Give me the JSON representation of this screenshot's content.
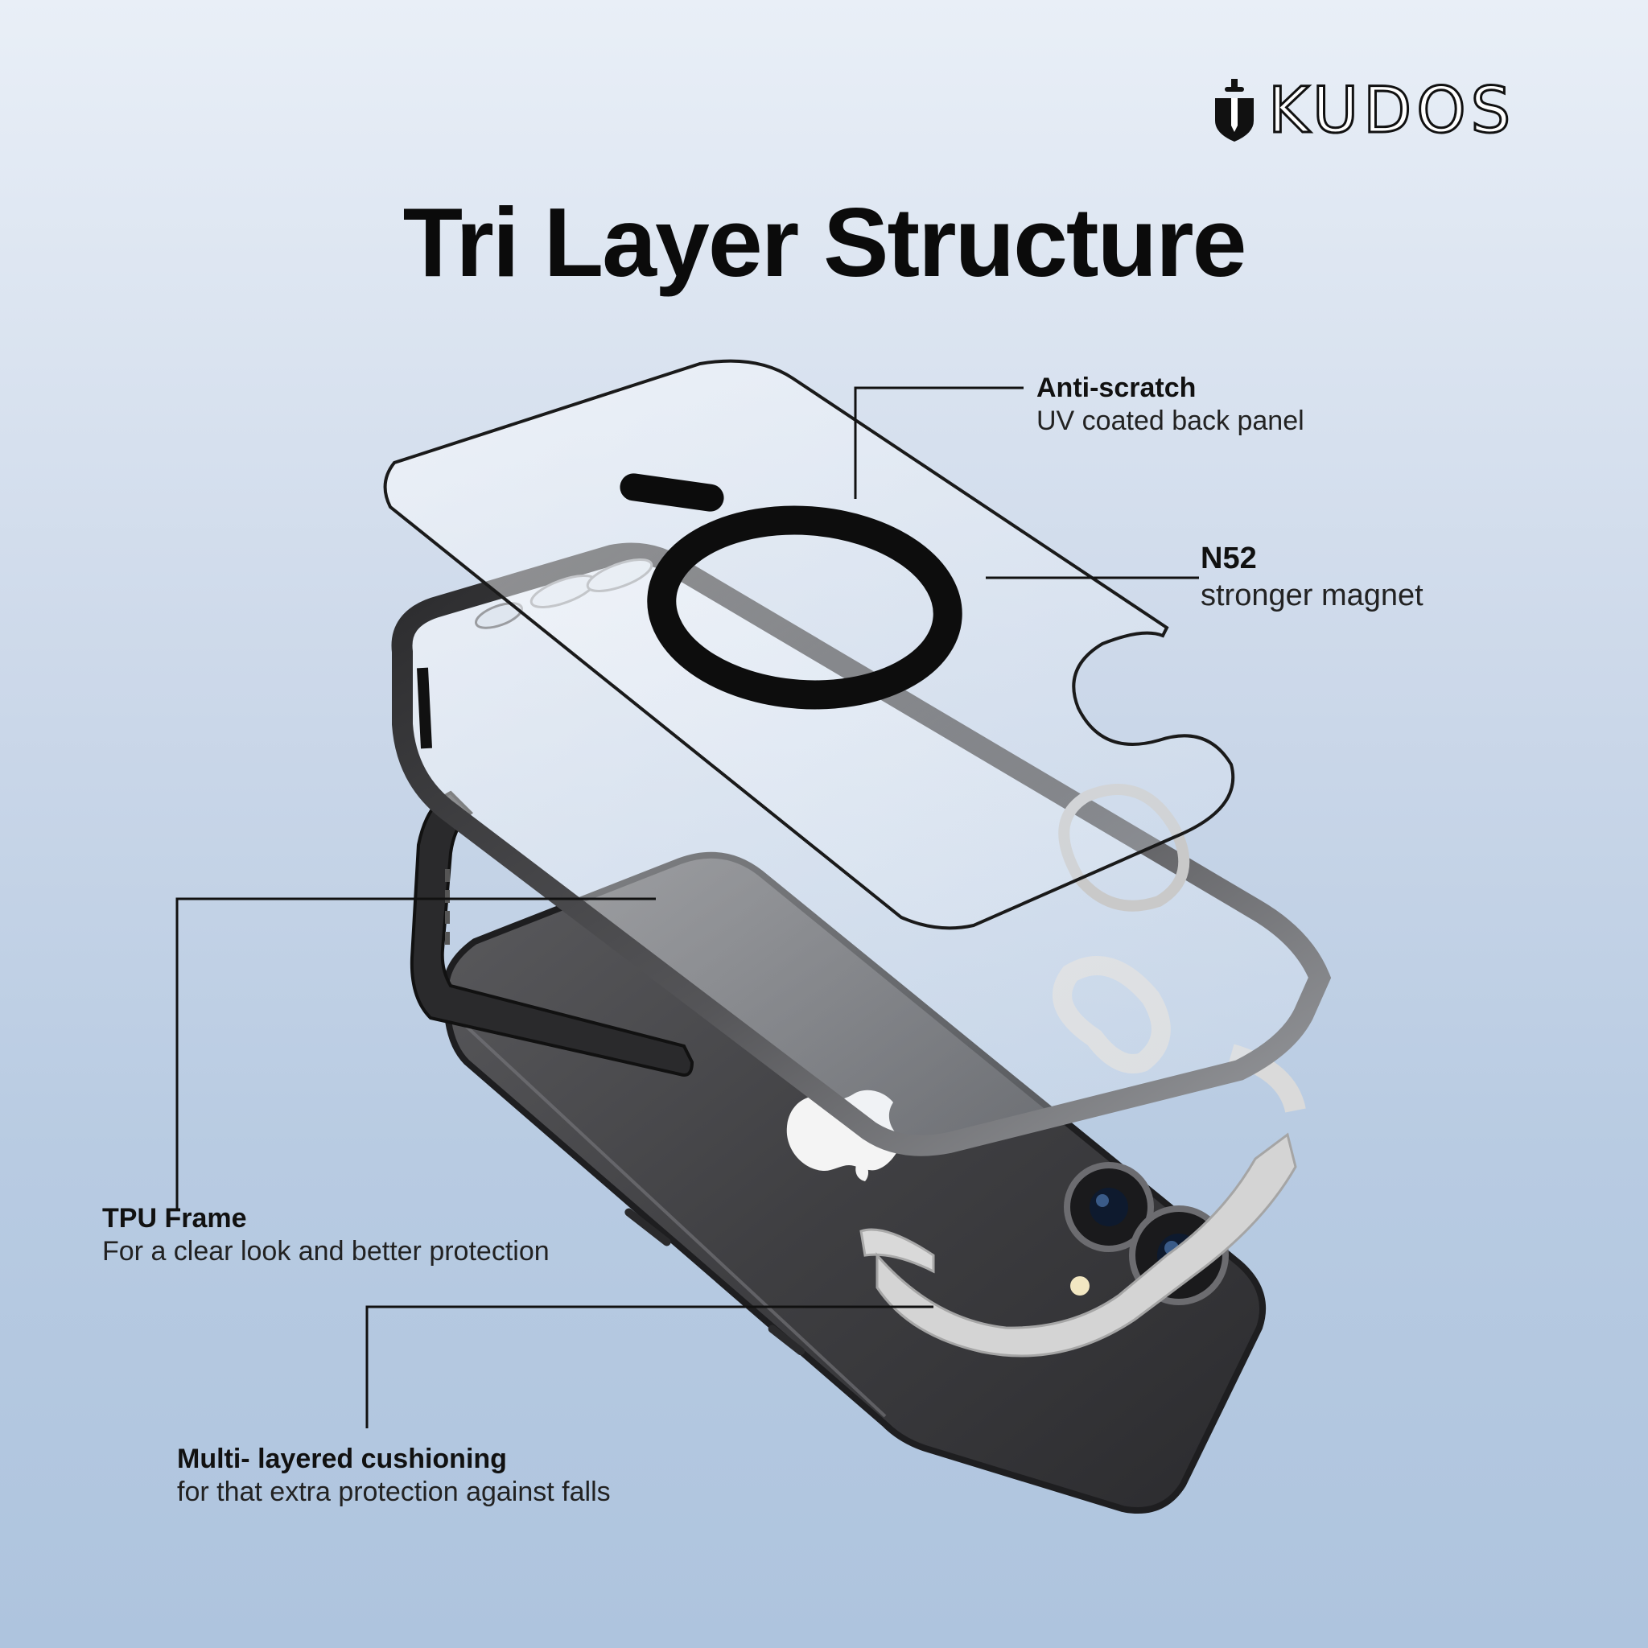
{
  "brand": {
    "name": "KUDOS",
    "logo_icon": "shield-sword-icon"
  },
  "title": "Tri Layer Structure",
  "callouts": {
    "anti_scratch": {
      "heading": "Anti-scratch",
      "text": "UV coated back panel"
    },
    "magnet": {
      "heading": "N52",
      "text": "stronger magnet"
    },
    "tpu_frame": {
      "heading": "TPU Frame",
      "text": "For a clear look and better protection"
    },
    "cushioning": {
      "heading": "Multi- layered cushioning",
      "text": "for that extra protection  against falls"
    }
  },
  "colors": {
    "background_top": "#e9eff7",
    "background_bottom": "#aec4de",
    "text": "#111111",
    "phone_body": "#4a4a4c",
    "frame_black": "#1c1c1e",
    "bumper_white": "#d9d9d9",
    "magnet_ring": "#111111"
  }
}
